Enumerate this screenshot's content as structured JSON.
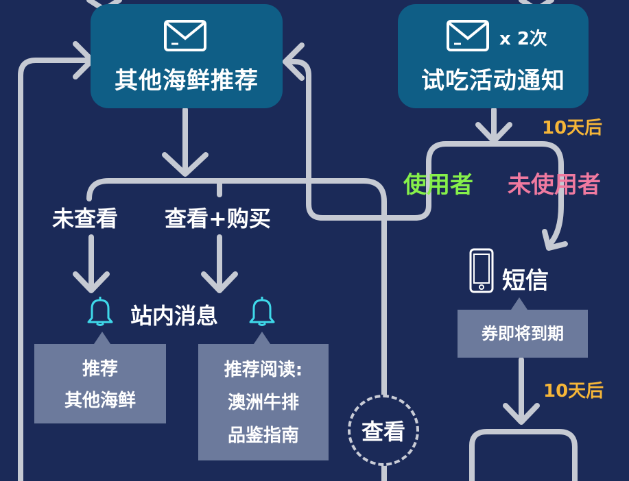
{
  "nodes": {
    "recommend_seafood": {
      "title": "其他海鲜推荐",
      "icon": "mail-icon"
    },
    "trial_notice": {
      "title": "试吃活动通知",
      "multiplier": "x 2次",
      "icon": "mail-icon"
    }
  },
  "labels": {
    "after_10_days_1": "10天后",
    "after_10_days_2": "10天后",
    "user": "使用者",
    "non_user": "未使用者",
    "not_viewed": "未查看",
    "viewed_purchase": "查看+购买",
    "internal_message": "站内消息",
    "sms": "短信"
  },
  "cards": {
    "recommend_other": [
      "推荐",
      "其他海鲜"
    ],
    "recommend_reading": [
      "推荐阅读:",
      "澳洲牛排",
      "品鉴指南"
    ],
    "coupon_expiring": "券即将到期"
  },
  "view_button": "查看",
  "colors": {
    "background": "#1b2a58",
    "node": "#0f5e86",
    "card": "#6c7a9c",
    "line": "#c6cad3",
    "orange": "#f6b638",
    "green": "#86f04a",
    "pink": "#f07aa0",
    "bell": "#3fd9ea"
  }
}
